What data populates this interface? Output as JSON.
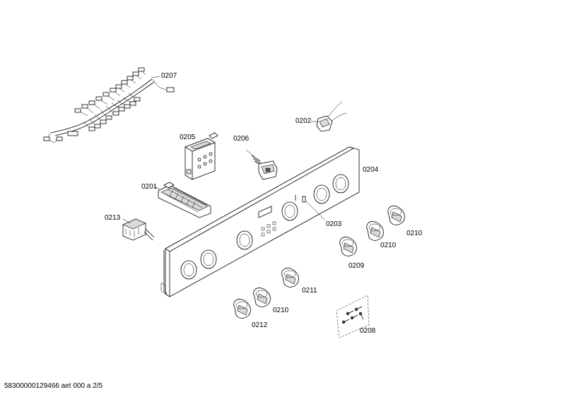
{
  "labels": {
    "p0207": "0207",
    "p0202": "0202",
    "p0205": "0205",
    "p0206": "0206",
    "p0204": "0204",
    "p0201": "0201",
    "p0213": "0213",
    "p0203": "0203",
    "p0210a": "0210",
    "p0210b": "0210",
    "p0209": "0209",
    "p0211": "0211",
    "p0210c": "0210",
    "p0212": "0212",
    "p0208": "0208"
  },
  "footer": "58300000129466 aet 000 a 2/5"
}
